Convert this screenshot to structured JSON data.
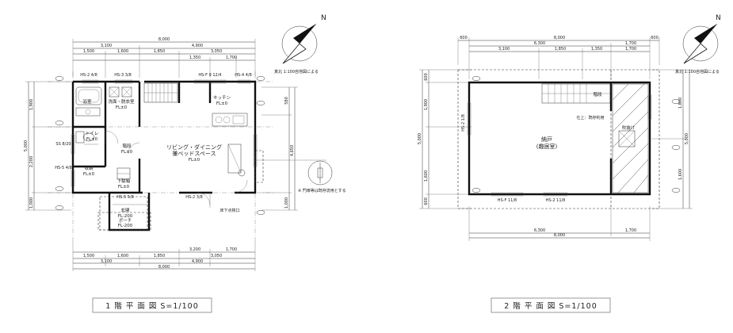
{
  "compass": {
    "north_label": "N",
    "note": "真北 1:100自地図による"
  },
  "floor1": {
    "caption": "1 階 平 面 図 S=1/100",
    "dims_top": {
      "total": "8,000",
      "seg_a": "3,100",
      "seg_b": "4,900",
      "sub": [
        "1,500",
        "1,600",
        "1,850",
        "3,050"
      ],
      "sub2": [
        "1,350",
        "1,700"
      ]
    },
    "dims_bottom": {
      "sub": [
        "1,500",
        "1,600",
        "1,850",
        "3,050"
      ],
      "sub2": [
        "3,200",
        "1,700"
      ],
      "seg_a": "3,100",
      "seg_b": "4,900",
      "total": "8,000"
    },
    "dims_left": {
      "total": "5,000",
      "seg": [
        "1,900",
        "2,200",
        "1,000"
      ]
    },
    "dims_right": {
      "total": "4,650",
      "seg": "1,000",
      "seg2": "580"
    },
    "rooms": {
      "bath": "浴室",
      "wash": "洗面・脱衣室",
      "wash_fl": "FL±0",
      "wc": "トイレ",
      "wc_fl": "FL±0",
      "storage": "収納",
      "storage_fl": "FL±0",
      "entry": "玄関",
      "entry_fl": "FL-200",
      "porch": "ポーチ",
      "porch_fl": "FL-200",
      "ldk": "リビング・ダイニング",
      "ldk2": "兼ベッドスペース",
      "ldk_fl": "FL±0",
      "kitchen": "キッチン",
      "kitchen_fl": "FL±0",
      "stair": "階段",
      "stair_fl": "FL±0",
      "shoes": "下駄箱",
      "shoes_fl": "FL±0"
    },
    "sash_labels": [
      "HS-2 4/8",
      "HS-3 3/8",
      "HS-F 9 12/4",
      "HS-4 4/8",
      "SS 8/20",
      "HS-5 4/8",
      "HS-5 5/8",
      "HS-2 3/8"
    ],
    "note_right": "※ 門扉等は既存流用とする",
    "note_bottom": "床下点検口"
  },
  "floor2": {
    "caption": "2 階 平 面 図 S=1/100",
    "dims_top": {
      "a": "600",
      "total": "8,000",
      "b": "600",
      "mid": [
        "6,300",
        "1,700"
      ],
      "sub": [
        "3,100",
        "1,850",
        "1,350",
        "1,700"
      ]
    },
    "dims_bottom": {
      "mid": [
        "6,300",
        "1,700"
      ],
      "total": "8,000"
    },
    "dims_left": {
      "total": "5,000",
      "seg": [
        "600",
        "1,900",
        "1,600",
        "600"
      ]
    },
    "dims_right": {
      "total": "5,000",
      "seg": [
        "1,800",
        "1,600"
      ]
    },
    "rooms": {
      "closet": "納戸",
      "closet2": "(趣居室)",
      "stair": "階段",
      "void": "吹抜け"
    },
    "sash_labels": [
      "HS-2 1/8",
      "HS-F 11/8",
      "HS-2 11/8"
    ],
    "note": "仕上：既存利用"
  }
}
